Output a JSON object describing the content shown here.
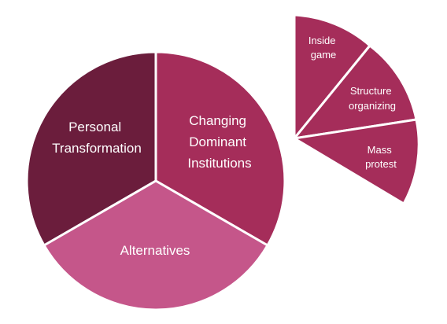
{
  "main_pie": {
    "segments": [
      {
        "label_lines": [
          "Personal",
          "Transformation"
        ],
        "color": "#6b1d3c"
      },
      {
        "label_lines": [
          "Changing",
          "Dominant",
          "Institutions"
        ],
        "color": "#a52d5a"
      },
      {
        "label_lines": [
          "Alternatives"
        ],
        "color": "#c5568a"
      }
    ]
  },
  "detail_fan": {
    "segments": [
      {
        "label_lines": [
          "Inside",
          "game"
        ],
        "color": "#a52d5a"
      },
      {
        "label_lines": [
          "Structure",
          "organizing"
        ],
        "color": "#a52d5a"
      },
      {
        "label_lines": [
          "Mass",
          "protest"
        ],
        "color": "#a52d5a"
      }
    ]
  }
}
